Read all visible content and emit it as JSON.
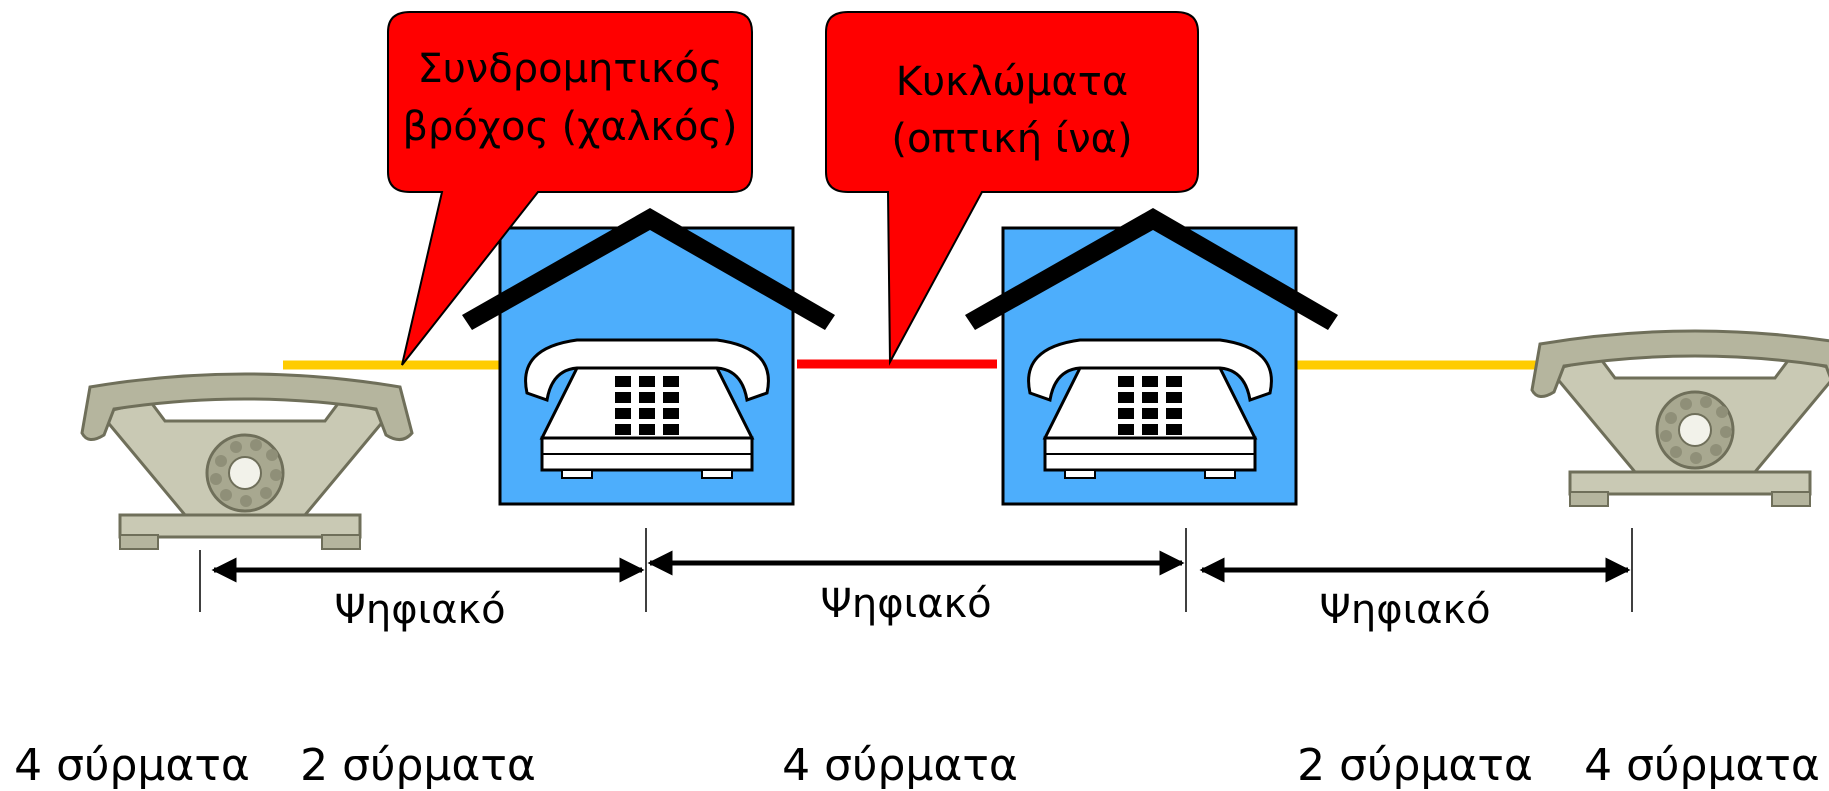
{
  "callouts": {
    "subscriber_loop": {
      "line1": "Συνδρομητικός",
      "line2": "βρόχος (χαλκός)"
    },
    "trunks": {
      "line1": "Κυκλώματα",
      "line2": "(οπτική ίνα)"
    }
  },
  "segments": {
    "left": "Ψηφιακό",
    "middle": "Ψηφιακό",
    "right": "Ψηφιακό"
  },
  "wire_labels": {
    "w1": "4 σύρματα",
    "w2": "2 σύρματα",
    "w3": "4 σύρματα",
    "w4": "2 σύρματα",
    "w5": "4 σύρματα"
  },
  "colors": {
    "callout_fill": "#ff0000",
    "copper_line": "#ffcc00",
    "fiber_line": "#ff0000",
    "exchange_fill": "#4daefc",
    "roof": "#000000",
    "phone_fill": "#ffffff",
    "rotary_phone": "#c9c9b4"
  },
  "icons": {
    "subscriber_phone": "rotary-telephone-icon",
    "exchange_phone": "push-button-telephone-icon",
    "exchange": "exchange-building-icon"
  }
}
